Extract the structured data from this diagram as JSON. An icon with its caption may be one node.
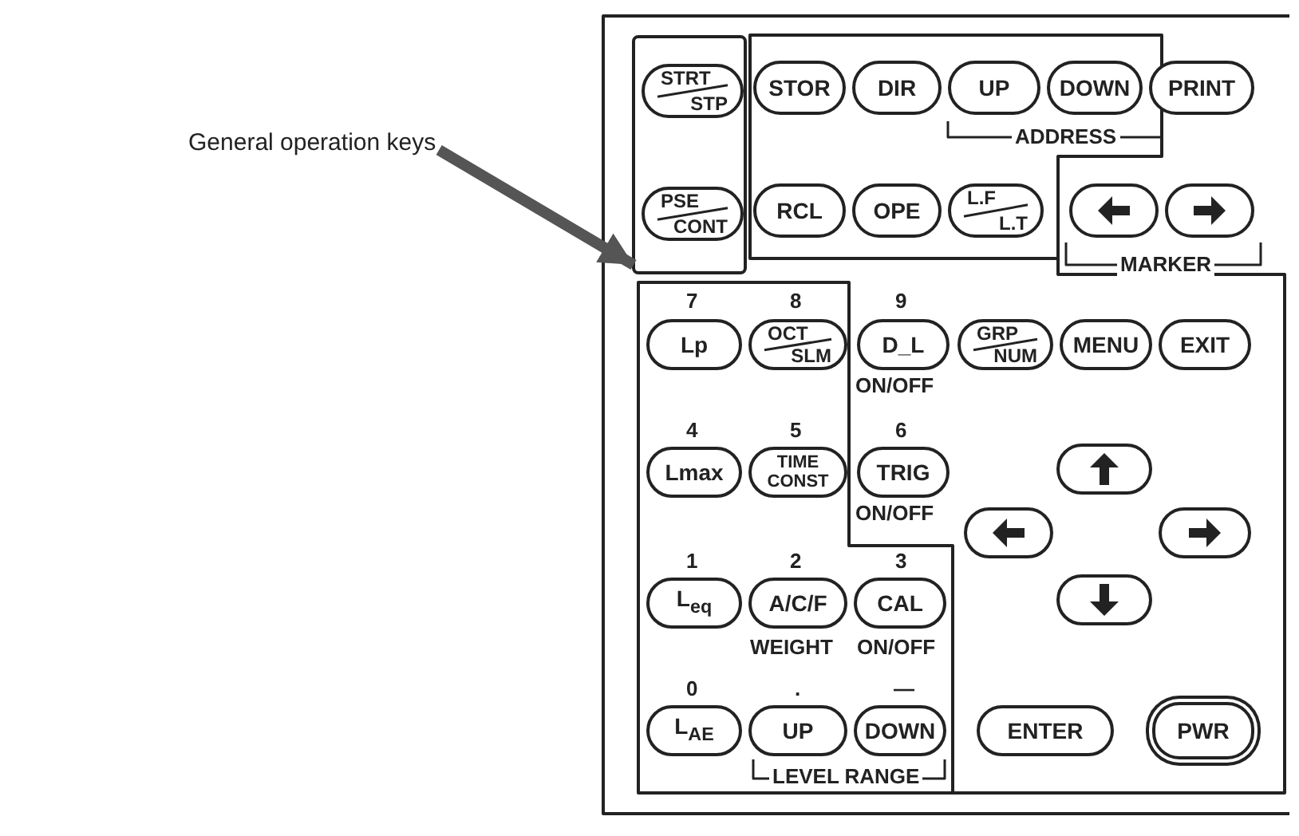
{
  "diagram": {
    "nodes": [
      {
        "text": [
          "General operation keys"
        ]
      },
      {
        "text": [],
        "shape": "box"
      },
      {
        "text": [
          "STRT",
          "STP"
        ],
        "in": 1
      },
      {
        "text": [
          "STOR"
        ]
      },
      {
        "text": [
          "DIR"
        ]
      },
      {
        "text": [
          "UP"
        ]
      },
      {
        "text": [
          "DOWN"
        ]
      },
      {
        "text": [
          "PRINT"
        ]
      },
      {
        "text": [
          "PSE",
          "CONT"
        ],
        "in": 1
      },
      {
        "text": [
          "RCL"
        ]
      },
      {
        "text": [
          "OPE"
        ]
      },
      {
        "text": [
          "L.F",
          "L.T"
        ]
      },
      {
        "text": [],
        "shape": "box"
      },
      {
        "text": [],
        "shape": "box"
      },
      {
        "text": [
          "Lp"
        ]
      },
      {
        "text": [
          "OCT",
          "SLM"
        ]
      },
      {
        "text": [
          "D_L"
        ]
      },
      {
        "text": [
          "GRP",
          "NUM"
        ]
      },
      {
        "text": [
          "MENU"
        ]
      },
      {
        "text": [
          "EXIT"
        ]
      },
      {
        "text": [
          "Lmax"
        ]
      },
      {
        "text": [
          "TIME CONST"
        ]
      },
      {
        "text": [
          "TRIG"
        ]
      },
      {
        "text": [],
        "shape": "box"
      },
      {
        "text": [],
        "shape": "box"
      },
      {
        "text": [],
        "shape": "box"
      },
      {
        "text": [
          "L$_{eq}$"
        ]
      },
      {
        "text": [
          "A/C/F"
        ]
      },
      {
        "text": [
          "CAL"
        ]
      },
      {
        "text": [],
        "shape": "box"
      },
      {
        "text": [
          "L$_{AE}$"
        ]
      },
      {
        "text": [
          "UP"
        ]
      },
      {
        "text": [
          "DOWN"
        ]
      },
      {
        "text": [
          "ENTER"
        ]
      },
      {
        "text": [
          "PWR"
        ]
      }
    ],
    "edges": [
      {
        "from": 0,
        "to": 1,
        "arrow": "to"
      }
    ],
    "labels": [
      "ADDRESS",
      "MARKER",
      "7",
      "8",
      "9",
      "ON/OFF",
      "4",
      "5",
      "6",
      "ON/OFF",
      "1",
      "2",
      "3",
      "WEIGHT",
      "ON/OFF",
      "0",
      ".",
      "—",
      "LEVEL RANGE"
    ]
  }
}
